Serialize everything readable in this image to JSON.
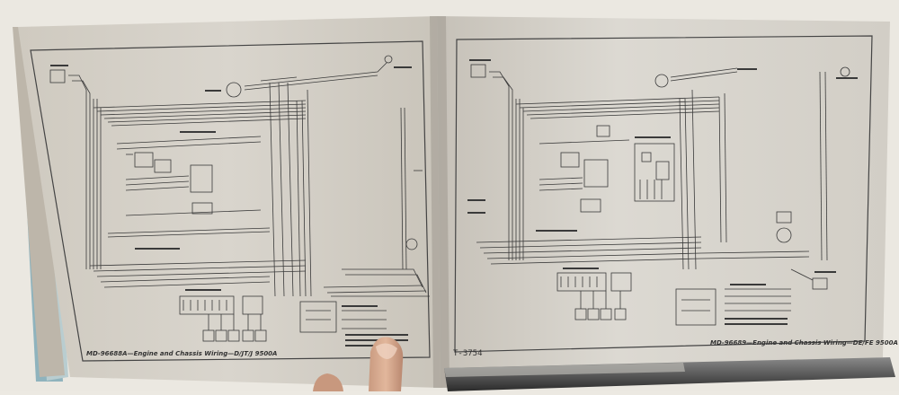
{
  "left_page": {
    "caption": "MD-96688A—Engine and Chassis Wiring—D/JT/J 9500A"
  },
  "right_page": {
    "figure_number": "T-3754",
    "caption": "MD-96689—Engine and Chassis Wiring—DE/FE 9500A"
  }
}
